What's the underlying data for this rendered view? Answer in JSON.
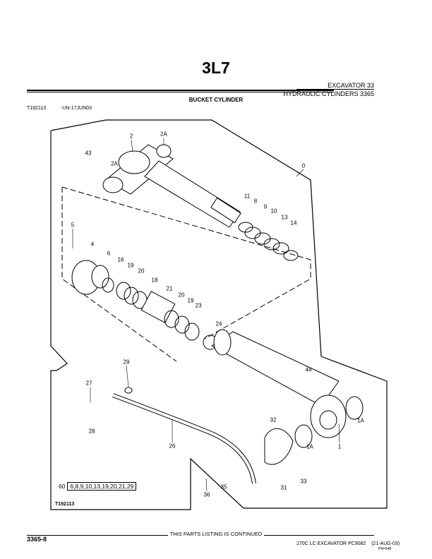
{
  "header": {
    "title": "3L7",
    "section": "EXCAVATOR 33",
    "group": "HYDRAULIC CYLINDERS 3365",
    "subtitle": "BUCKET CYLINDER",
    "figure_ref": "T192113",
    "figure_date": "-UN-17JUN03"
  },
  "diagram": {
    "callouts": [
      "2",
      "2A",
      "43",
      "2A",
      "0",
      "11",
      "8",
      "9",
      "10",
      "13",
      "14",
      "5",
      "4",
      "6",
      "16",
      "19",
      "20",
      "18",
      "21",
      "20",
      "19",
      "23",
      "24",
      "29",
      "44",
      "27",
      "28",
      "32",
      "1A",
      "26",
      "1A",
      "1",
      "33",
      "35",
      "31",
      "36"
    ],
    "kit_number": "60",
    "kit_items": "6,8,9,10,13,19,20,21,29",
    "figure_id": "T192113"
  },
  "footer": {
    "page": "3365-8",
    "continued": "THIS PARTS LISTING IS CONTINUED",
    "model": "270C LC EXCAVATOR   PC9082",
    "date": "(21-AUG-03)",
    "pn": "PN=548"
  }
}
